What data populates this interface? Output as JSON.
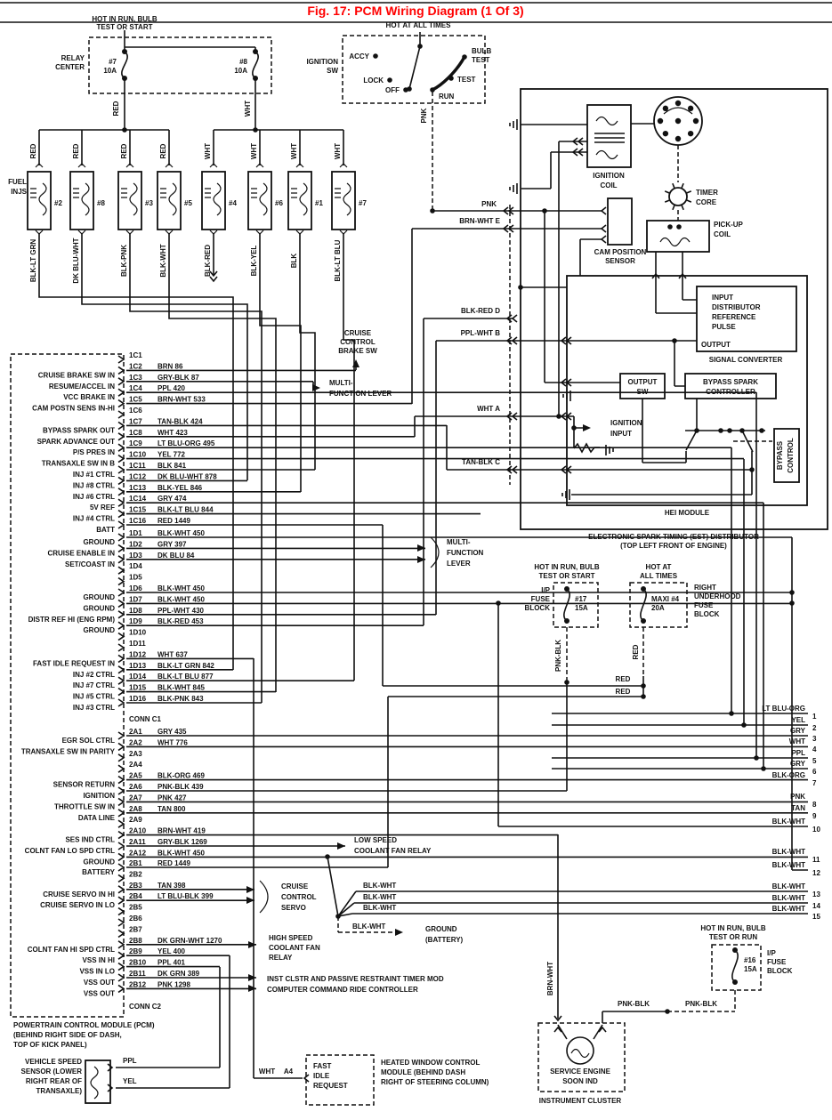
{
  "title": "Fig. 17:  PCM Wiring Diagram (1 Of 3)",
  "colors": {
    "title_red": "#ff0000",
    "ink": "#111111",
    "paper": "#ffffff"
  },
  "relay_center": {
    "hot": [
      "HOT IN RUN, BULB",
      "TEST OR START"
    ],
    "name": [
      "RELAY",
      "CENTER"
    ],
    "fuse7": [
      "#7",
      "10A"
    ],
    "fuse8": [
      "#8",
      "10A"
    ],
    "wire_red": "RED",
    "wire_wht": "WHT"
  },
  "ignition_switch": {
    "name": [
      "IGNITION",
      "SW"
    ],
    "hot": "HOT AT ALL TIMES",
    "accy": "ACCY",
    "lock": "LOCK",
    "off": "OFF",
    "run": "RUN",
    "test": "TEST",
    "bulb": [
      "BULB",
      "TEST"
    ],
    "wire": "PNK"
  },
  "injectors": {
    "caption": [
      "FUEL",
      "INJS"
    ],
    "items": [
      {
        "num": "#2",
        "top": "RED",
        "bottom": "BLK-LT GRN"
      },
      {
        "num": "#8",
        "top": "RED",
        "bottom": "DK BLU-WHT"
      },
      {
        "num": "#3",
        "top": "RED",
        "bottom": "BLK-PNK"
      },
      {
        "num": "#5",
        "top": "RED",
        "bottom": "BLK-WHT"
      },
      {
        "num": "#4",
        "top": "WHT",
        "bottom": "BLK-RED"
      },
      {
        "num": "#6",
        "top": "WHT",
        "bottom": "BLK-YEL"
      },
      {
        "num": "#1",
        "top": "WHT",
        "bottom": "BLK"
      },
      {
        "num": "#7",
        "top": "WHT",
        "bottom": "BLK-LT BLU"
      }
    ]
  },
  "pcm": {
    "caption": [
      "POWERTRAIN CONTROL MODULE (PCM)",
      "(BEHIND RIGHT SIDE OF DASH,",
      "TOP OF KICK PANEL)"
    ],
    "conn_c1": "CONN C1",
    "conn_c2": "CONN C2",
    "groups": [
      {
        "name": "1C",
        "rows": [
          {
            "pin": "1C1",
            "wire": "",
            "label": ""
          },
          {
            "pin": "1C2",
            "wire": "BRN 86",
            "label": "CRUISE BRAKE SW IN"
          },
          {
            "pin": "1C3",
            "wire": "GRY-BLK 87",
            "label": "RESUME/ACCEL IN"
          },
          {
            "pin": "1C4",
            "wire": "PPL 420",
            "label": "VCC BRAKE IN"
          },
          {
            "pin": "1C5",
            "wire": "BRN-WHT 533",
            "label": "CAM POSTN SENS IN-HI"
          },
          {
            "pin": "1C6",
            "wire": "",
            "label": ""
          },
          {
            "pin": "1C7",
            "wire": "TAN-BLK 424",
            "label": "BYPASS SPARK OUT"
          },
          {
            "pin": "1C8",
            "wire": "WHT 423",
            "label": "SPARK ADVANCE OUT"
          },
          {
            "pin": "1C9",
            "wire": "LT BLU-ORG 495",
            "label": "P/S PRES IN"
          },
          {
            "pin": "1C10",
            "wire": "YEL 772",
            "label": "TRANSAXLE SW IN B"
          },
          {
            "pin": "1C11",
            "wire": "BLK 841",
            "label": "INJ #1 CTRL"
          },
          {
            "pin": "1C12",
            "wire": "DK BLU-WHT 878",
            "label": "INJ #8 CTRL"
          },
          {
            "pin": "1C13",
            "wire": "BLK-YEL 846",
            "label": "INJ #6 CTRL"
          },
          {
            "pin": "1C14",
            "wire": "GRY 474",
            "label": "5V REF"
          },
          {
            "pin": "1C15",
            "wire": "BLK-LT BLU 844",
            "label": "INJ #4 CTRL"
          },
          {
            "pin": "1C16",
            "wire": "RED 1449",
            "label": "BATT"
          }
        ]
      },
      {
        "name": "1D",
        "rows": [
          {
            "pin": "1D1",
            "wire": "BLK-WHT 450",
            "label": "GROUND"
          },
          {
            "pin": "1D2",
            "wire": "GRY 397",
            "label": "CRUISE ENABLE IN"
          },
          {
            "pin": "1D3",
            "wire": "DK BLU 84",
            "label": "SET/COAST IN"
          },
          {
            "pin": "1D4",
            "wire": "",
            "label": ""
          },
          {
            "pin": "1D5",
            "wire": "",
            "label": ""
          },
          {
            "pin": "1D6",
            "wire": "BLK-WHT 450",
            "label": "GROUND"
          },
          {
            "pin": "1D7",
            "wire": "BLK-WHT 450",
            "label": "GROUND"
          },
          {
            "pin": "1D8",
            "wire": "PPL-WHT 430",
            "label": "DISTR REF HI (ENG RPM)"
          },
          {
            "pin": "1D9",
            "wire": "BLK-RED 453",
            "label": "GROUND"
          },
          {
            "pin": "1D10",
            "wire": "",
            "label": ""
          },
          {
            "pin": "1D11",
            "wire": "",
            "label": ""
          },
          {
            "pin": "1D12",
            "wire": "WHT 637",
            "label": "FAST IDLE REQUEST IN"
          },
          {
            "pin": "1D13",
            "wire": "BLK-LT GRN 842",
            "label": "INJ #2 CTRL"
          },
          {
            "pin": "1D14",
            "wire": "BLK-LT BLU 877",
            "label": "INJ #7 CTRL"
          },
          {
            "pin": "1D15",
            "wire": "BLK-WHT 845",
            "label": "INJ #5 CTRL"
          },
          {
            "pin": "1D16",
            "wire": "BLK-PNK 843",
            "label": "INJ #3 CTRL"
          }
        ]
      },
      {
        "name": "2A",
        "rows": [
          {
            "pin": "2A1",
            "wire": "GRY 435",
            "label": "EGR SOL CTRL"
          },
          {
            "pin": "2A2",
            "wire": "WHT 776",
            "label": "TRANSAXLE SW IN PARITY"
          },
          {
            "pin": "2A3",
            "wire": "",
            "label": ""
          },
          {
            "pin": "2A4",
            "wire": "",
            "label": ""
          },
          {
            "pin": "2A5",
            "wire": "BLK-ORG 469",
            "label": "SENSOR RETURN"
          },
          {
            "pin": "2A6",
            "wire": "PNK-BLK 439",
            "label": "IGNITION"
          },
          {
            "pin": "2A7",
            "wire": "PNK 427",
            "label": "THROTTLE SW IN"
          },
          {
            "pin": "2A8",
            "wire": "TAN 800",
            "label": "DATA LINE"
          },
          {
            "pin": "2A9",
            "wire": "",
            "label": ""
          },
          {
            "pin": "2A10",
            "wire": "BRN-WHT 419",
            "label": "SES IND CTRL"
          },
          {
            "pin": "2A11",
            "wire": "GRY-BLK 1269",
            "label": "COLNT FAN LO SPD CTRL"
          },
          {
            "pin": "2A12",
            "wire": "BLK-WHT 450",
            "label": "GROUND"
          }
        ]
      },
      {
        "name": "2B",
        "rows": [
          {
            "pin": "2B1",
            "wire": "RED 1449",
            "label": "BATTERY"
          },
          {
            "pin": "2B2",
            "wire": "",
            "label": ""
          },
          {
            "pin": "2B3",
            "wire": "TAN 398",
            "label": "CRUISE SERVO IN HI"
          },
          {
            "pin": "2B4",
            "wire": "LT BLU-BLK 399",
            "label": "CRUISE SERVO IN LO"
          },
          {
            "pin": "2B5",
            "wire": "",
            "label": ""
          },
          {
            "pin": "2B6",
            "wire": "",
            "label": ""
          },
          {
            "pin": "2B7",
            "wire": "",
            "label": ""
          },
          {
            "pin": "2B8",
            "wire": "DK GRN-WHT 1270",
            "label": "COLNT FAN HI SPD CTRL"
          },
          {
            "pin": "2B9",
            "wire": "YEL 400",
            "label": "VSS IN HI"
          },
          {
            "pin": "2B10",
            "wire": "PPL 401",
            "label": "VSS IN LO"
          },
          {
            "pin": "2B11",
            "wire": "DK GRN 389",
            "label": "VSS OUT"
          },
          {
            "pin": "2B12",
            "wire": "PNK 1298",
            "label": "VSS OUT"
          }
        ]
      }
    ]
  },
  "est": {
    "caption": [
      "ELECTRONIC SPARK TIMING (EST) DISTRIBUTOR",
      "(TOP LEFT FRONT OF ENGINE)"
    ],
    "coil": [
      "IGNITION",
      "COIL"
    ],
    "timer": [
      "TIMER",
      "CORE"
    ],
    "pickup": [
      "PICK-UP",
      "COIL"
    ],
    "cam": [
      "CAM POSITION",
      "SENSOR"
    ]
  },
  "hei": {
    "name": "HEI MODULE",
    "sig": [
      "INPUT",
      "DISTRIBUTOR",
      "REFERENCE",
      "PULSE"
    ],
    "output": "OUTPUT",
    "sigconv": "SIGNAL CONVERTER",
    "outsw": [
      "OUTPUT",
      "SW"
    ],
    "bsc": [
      "BYPASS SPARK",
      "CONTROLLER"
    ],
    "bypass": [
      "BYPASS",
      "CONTROL"
    ],
    "ign_in": [
      "IGNITION",
      "INPUT"
    ]
  },
  "feeds": {
    "pnk": "PNK",
    "e": "BRN-WHT  E",
    "d": "BLK-RED  D",
    "b": "PPL-WHT  B",
    "a": "WHT  A",
    "c": "TAN-BLK  C"
  },
  "fuse17": {
    "hot": [
      "HOT IN RUN, BULB",
      "TEST OR START"
    ],
    "block": [
      "I/P",
      "FUSE",
      "BLOCK"
    ],
    "fuse": [
      "#17",
      "15A"
    ],
    "wire": "PNK-BLK"
  },
  "maxi4": {
    "hot": [
      "HOT AT",
      "ALL TIMES"
    ],
    "fuse": [
      "MAXI #4",
      "20A"
    ],
    "block": [
      "RIGHT",
      "UNDERHOOD",
      "FUSE",
      "BLOCK"
    ],
    "wire": "RED",
    "red1": "RED",
    "red2": "RED"
  },
  "fuse16": {
    "hot": [
      "HOT IN RUN, BULB",
      "TEST OR RUN"
    ],
    "fuse": [
      "#16",
      "15A"
    ],
    "block": [
      "I/P",
      "FUSE",
      "BLOCK"
    ],
    "w1": "PNK-BLK",
    "w2": "PNK-BLK"
  },
  "right_wires": [
    {
      "label": "LT BLU-ORG",
      "num": "1"
    },
    {
      "label": "YEL",
      "num": "2"
    },
    {
      "label": "GRY",
      "num": "3"
    },
    {
      "label": "WHT",
      "num": "4"
    },
    {
      "label": "PPL",
      "num": "5"
    },
    {
      "label": "GRY",
      "num": "6"
    },
    {
      "label": "BLK-ORG",
      "num": "7"
    },
    {
      "label": "PNK",
      "num": "8"
    },
    {
      "label": "TAN",
      "num": "9"
    },
    {
      "label": "BLK-WHT",
      "num": "10"
    },
    {
      "label": "BLK-WHT",
      "num": "11"
    },
    {
      "label": "BLK-WHT",
      "num": "12"
    },
    {
      "label": "BLK-WHT",
      "num": "13"
    },
    {
      "label": "BLK-WHT",
      "num": "14"
    },
    {
      "label": "BLK-WHT",
      "num": "15"
    }
  ],
  "callouts": {
    "cruise_brake": [
      "CRUISE",
      "CONTROL",
      "BRAKE SW"
    ],
    "mf1": [
      "MULTI-",
      "FUNCTION LEVER"
    ],
    "mf2": [
      "MULTI-",
      "FUNCTION",
      "LEVER"
    ],
    "low": [
      "LOW SPEED",
      "COOLANT FAN RELAY"
    ],
    "servo": [
      "CRUISE",
      "CONTROL",
      "SERVO"
    ],
    "blk_wht": "BLK-WHT",
    "gnd_batt": [
      "GROUND",
      "(BATTERY)"
    ],
    "high": [
      "HIGH SPEED",
      "COOLANT FAN",
      "RELAY"
    ],
    "inst": "INST CLSTR AND PASSIVE RESTRAINT TIMER MOD",
    "ccr": "COMPUTER COMMAND RIDE CONTROLLER",
    "heated": [
      "HEATED WINDOW CONTROL",
      "MODULE (BEHIND DASH",
      "RIGHT OF STEERING COLUMN)"
    ],
    "fast_idle": [
      "FAST",
      "IDLE",
      "REQUEST"
    ],
    "wht": "WHT",
    "a4": "A4",
    "vss": [
      "VEHICLE SPEED",
      "SENSOR (LOWER",
      "RIGHT REAR OF",
      "TRANSAXLE)"
    ],
    "ppl": "PPL",
    "yel": "YEL",
    "ses": [
      "SERVICE ENGINE",
      "SOON IND"
    ],
    "cluster": "INSTRUMENT CLUSTER",
    "brn_wht": "BRN-WHT"
  }
}
